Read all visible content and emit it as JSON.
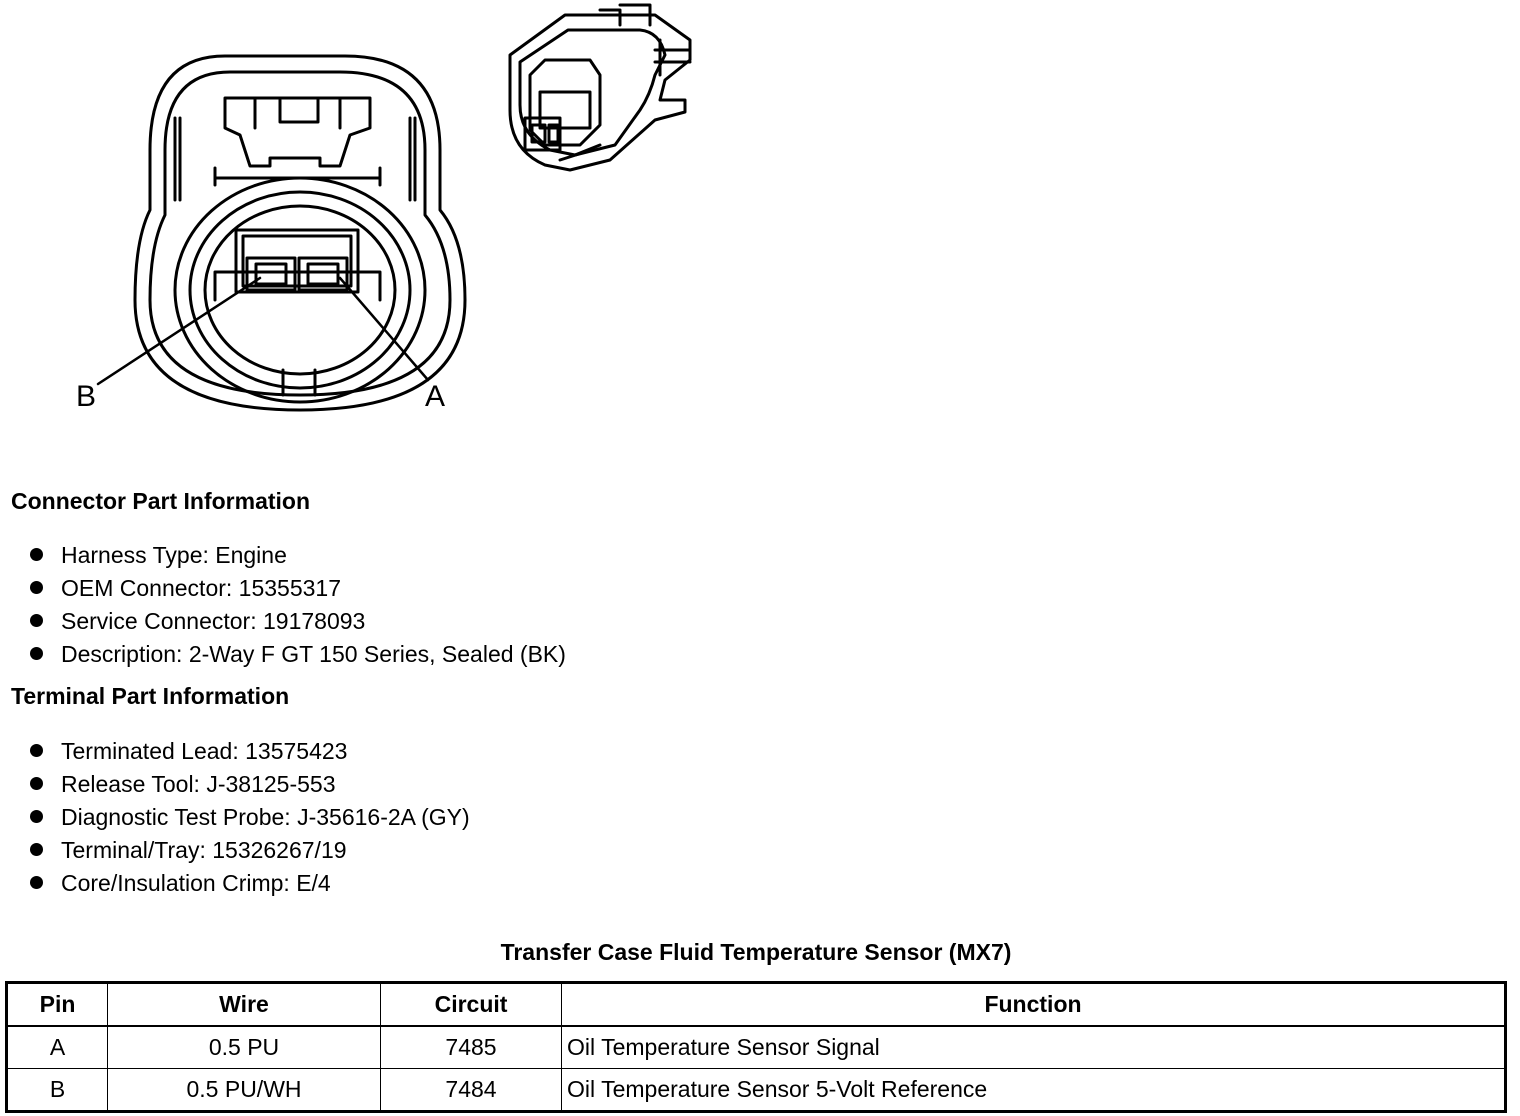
{
  "diagram": {
    "pin_labels": {
      "left": "B",
      "right": "A"
    }
  },
  "connector_info": {
    "heading": "Connector Part Information",
    "items": [
      "Harness Type: Engine",
      "OEM Connector: 15355317",
      "Service Connector: 19178093",
      "Description: 2-Way F GT 150 Series, Sealed (BK)"
    ]
  },
  "terminal_info": {
    "heading": "Terminal Part Information",
    "items": [
      "Terminated Lead: 13575423",
      "Release Tool: J-38125-553",
      "Diagnostic Test Probe: J-35616-2A (GY)",
      "Terminal/Tray: 15326267/19",
      "Core/Insulation Crimp: E/4"
    ]
  },
  "table": {
    "title": "Transfer Case Fluid Temperature Sensor (MX7)",
    "headers": [
      "Pin",
      "Wire",
      "Circuit",
      "Function"
    ],
    "rows": [
      [
        "A",
        "0.5 PU",
        "7485",
        "Oil Temperature Sensor Signal"
      ],
      [
        "B",
        "0.5 PU/WH",
        "7484",
        "Oil Temperature Sensor 5-Volt Reference"
      ]
    ]
  }
}
